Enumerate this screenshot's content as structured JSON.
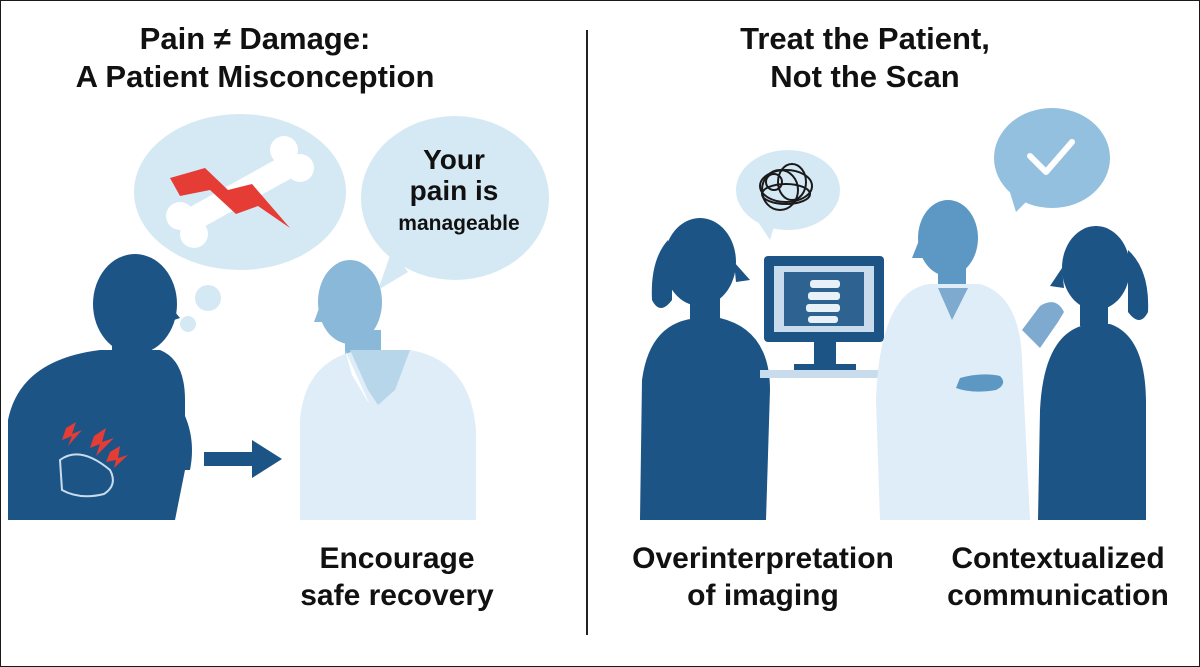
{
  "left_panel": {
    "title_line1": "Pain ≠ Damage:",
    "title_line2": "A Patient Misconception",
    "speech_bubble": {
      "line1": "Your",
      "line2": "pain is",
      "line3": "manageable"
    },
    "caption_line1": "Encourage",
    "caption_line2": "safe recovery"
  },
  "right_panel": {
    "title_line1": "Treat the Patient,",
    "title_line2": "Not the Scan",
    "caption_left_line1": "Overinterpretation",
    "caption_left_line2": "of imaging",
    "caption_right_line1": "Contextualized",
    "caption_right_line2": "communication"
  },
  "colors": {
    "patient_dark_blue": "#1d5486",
    "doctor_light_blue": "#8ab8d8",
    "coat_pale": "#deedf7",
    "bubble_pale": "#d5e9f5",
    "pain_red": "#e53c35",
    "check_bubble": "#92c0de"
  },
  "icons": [
    "lightning-bolt-icon",
    "bone-icon",
    "arrow-right-icon",
    "tangled-scribble-icon",
    "checkmark-icon",
    "spine-xray-icon",
    "monitor-icon"
  ]
}
